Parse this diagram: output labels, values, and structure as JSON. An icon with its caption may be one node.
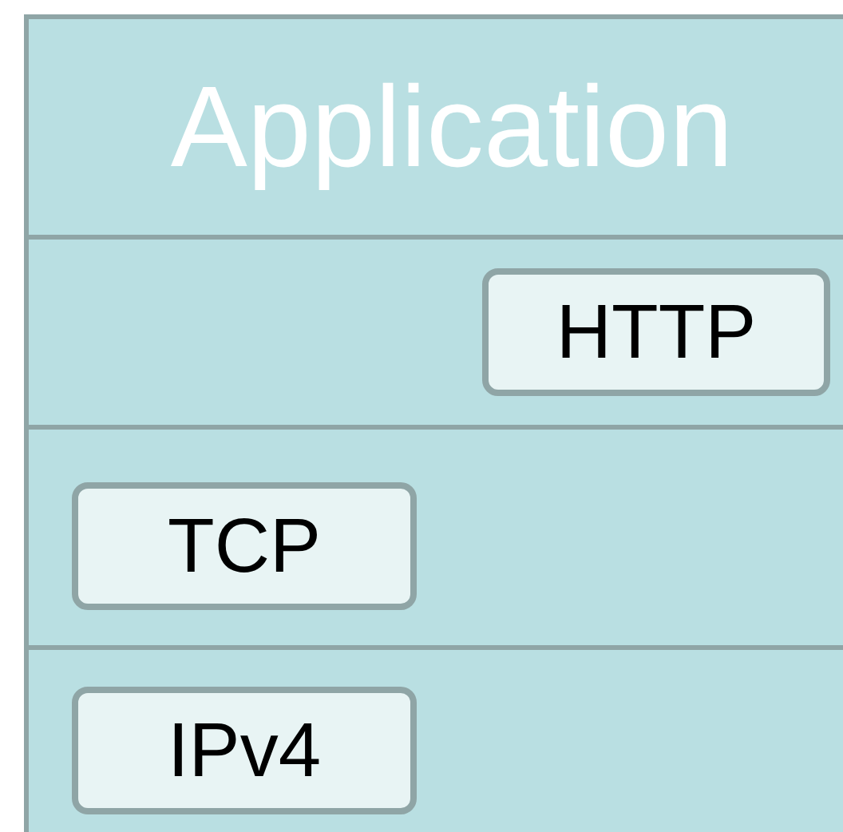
{
  "diagram": {
    "nodes": [
      {
        "text": [
          "Application"
        ]
      },
      {
        "text": [
          "HTTP"
        ]
      },
      {
        "text": [
          "TCP"
        ]
      },
      {
        "text": [
          "IPv4"
        ]
      }
    ]
  }
}
